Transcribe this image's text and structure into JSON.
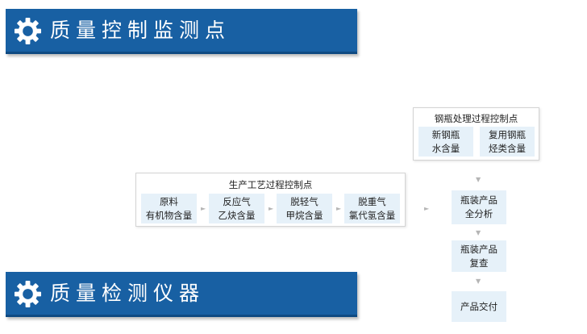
{
  "banners": {
    "top": {
      "title": "质量控制监测点",
      "icon": "gear-icon"
    },
    "bottom": {
      "title": "质量检测仪器",
      "icon": "gear-icon"
    }
  },
  "cylinder_group": {
    "title": "钢瓶处理过程控制点",
    "nodes": [
      {
        "line1": "新钢瓶",
        "line2": "水含量"
      },
      {
        "line1": "复用钢瓶",
        "line2": "烃类含量"
      }
    ]
  },
  "process_group": {
    "title": "生产工艺过程控制点",
    "nodes": [
      {
        "line1": "原料",
        "line2": "有机物含量"
      },
      {
        "line1": "反应气",
        "line2": "乙炔含量"
      },
      {
        "line1": "脱轻气",
        "line2": "甲烷含量"
      },
      {
        "line1": "脱重气",
        "line2": "氯代氢含量"
      }
    ]
  },
  "flow": {
    "full_analysis": {
      "line1": "瓶装产品",
      "line2": "全分析"
    },
    "recheck": {
      "line1": "瓶装产品",
      "line2": "复查"
    },
    "delivery": {
      "line1": "产品交付"
    }
  },
  "colors": {
    "banner": "#1860a3",
    "node": "#e6f1f9",
    "arrow": "#b5b5b5"
  }
}
